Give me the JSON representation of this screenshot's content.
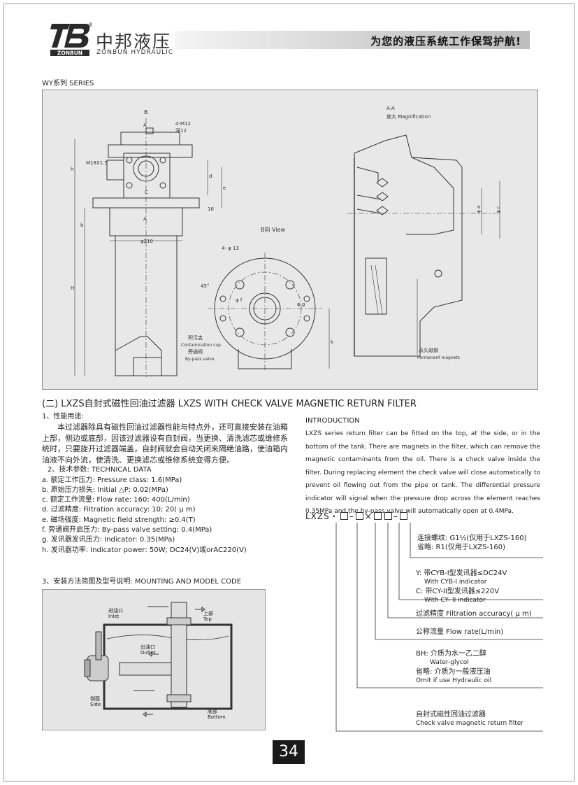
{
  "header": {
    "brand_cn": "中邦液压",
    "brand_en": "ZONBUN HYDRAULIC",
    "logo_text": "ZONBUN",
    "slogan": "为您的液压系统工作保驾护航!"
  },
  "series_label": "WY系列 SERIES",
  "drawing": {
    "labels": {
      "b_top": "B",
      "a_top": "A",
      "m12": "4-M12",
      "depth": "深12",
      "m18": "M18X1.5",
      "c": "C",
      "a_mid": "A",
      "phi210": "φ210",
      "h": "h",
      "b": "b",
      "H": "H",
      "d": "d",
      "e": "e",
      "dim16": "16",
      "view": "B向  View",
      "holes": "4- φ 13",
      "deg45": "45°",
      "f": "φ f",
      "g": "φ g",
      "k": "k",
      "contam_cn": "积污盅",
      "contam_en": "Contamination cup",
      "bypass_cn": "旁通阀",
      "bypass_en": "By-pass valve",
      "aa": "A-A",
      "magn": "放大 Magnification",
      "phi_a": "φ a",
      "phi_r": "φ r",
      "magnet_cn": "永久磁钢",
      "magnet_en": "Permanent magnets"
    }
  },
  "section_title": "(二) LXZS自封式磁性回油过滤器   LXZS WITH CHECK VALVE MAGNETIC RETURN FILTER",
  "left_col": {
    "h1": "1、性能用途:",
    "p1": "本过滤器除具有磁性回油过滤器性能与特点外，还可直接安装在油箱上部，侧边或底部，因该过滤器设有自封阀，当更换、清洗滤芯或维修系统时，只要旋开过滤器端盖，自封阀就会自动关闭来隔绝油路，使油箱内油液不向外流，使清洗、更换滤芯或维修系统变得方便。",
    "h2": "2、技术参数: TECHNICAL DATA",
    "items": [
      "a. 额定工作压力: Pressure class: 1.6(MPa)",
      "b. 原始压力损失: Initial △P: 0.02(MPa)",
      "c. 额定工作流量: Flow rate: 160; 400(L/min)",
      "d. 过滤精度: Filtration accuracy: 10; 20( μ m)",
      "e. 磁场强度: Magnetic field strength: ≥0.4(T)",
      "f. 旁通阀开启压力: By-pass valve setting: 0.4(MPa)",
      "g. 发讯器发讯压力: Indicator: 0.35(MPa)",
      "h. 发讯器功率: Indicator power: 50W; DC24(V)或orAC220(V)"
    ]
  },
  "intro": {
    "title": "INTRODUCTION",
    "text": "LXZS series return filter can be fitted on the top, at the side, or in the bottom of the tank. There are magnets in the filter, which can remove the magnetic contaminants from the oil. There is a check valve inside the filter. During replacing element the check valve will close automatically to prevent oil flowing out from the pipe or tank. The differential pressure indicator will signal when the pressure drop across the element reaches 0.35MPa and the by-pass valve will automatically open at 0.4MPa."
  },
  "mounting": {
    "title": "3、安装方法简图及型号说明: MOUNTING AND MODEL CODE",
    "inlet_cn": "进油口",
    "inlet_en": "Inlet",
    "top_cn": "上部",
    "top_en": "Top",
    "outlet_cn": "出油口",
    "outlet_en": "Outlet",
    "side_cn": "侧面",
    "side_en": "Side",
    "bottom_cn": "底部",
    "bottom_en": "Bottom"
  },
  "code": {
    "prefix": "LXZS・",
    "conn_cn1": "连接螺纹: G1½(仅用于LXZS-160)",
    "conn_cn2": "省略: R1(仅用于LXZS-160)",
    "y1": "Y: 带CYB-I型发讯器≤DC24V",
    "y2": "With CYB-I indicator",
    "c1": "C: 带CY-II型发讯器≤220V",
    "c2": "With CY- II indicator",
    "accuracy": "过滤精度  Filtration accuracy( μ m)",
    "flow": "公称流量  Flow rate(L/min)",
    "bh1": "BH: 介质为水一乙二醇",
    "bh2": "Water-glycol",
    "bh3": "省略: 介质为一般液压油",
    "bh4": "Omit if use Hydraulic oil",
    "name_cn": "自封式磁性回油过滤器",
    "name_en": "Check valve magnetic return filter"
  },
  "page_number": "34"
}
